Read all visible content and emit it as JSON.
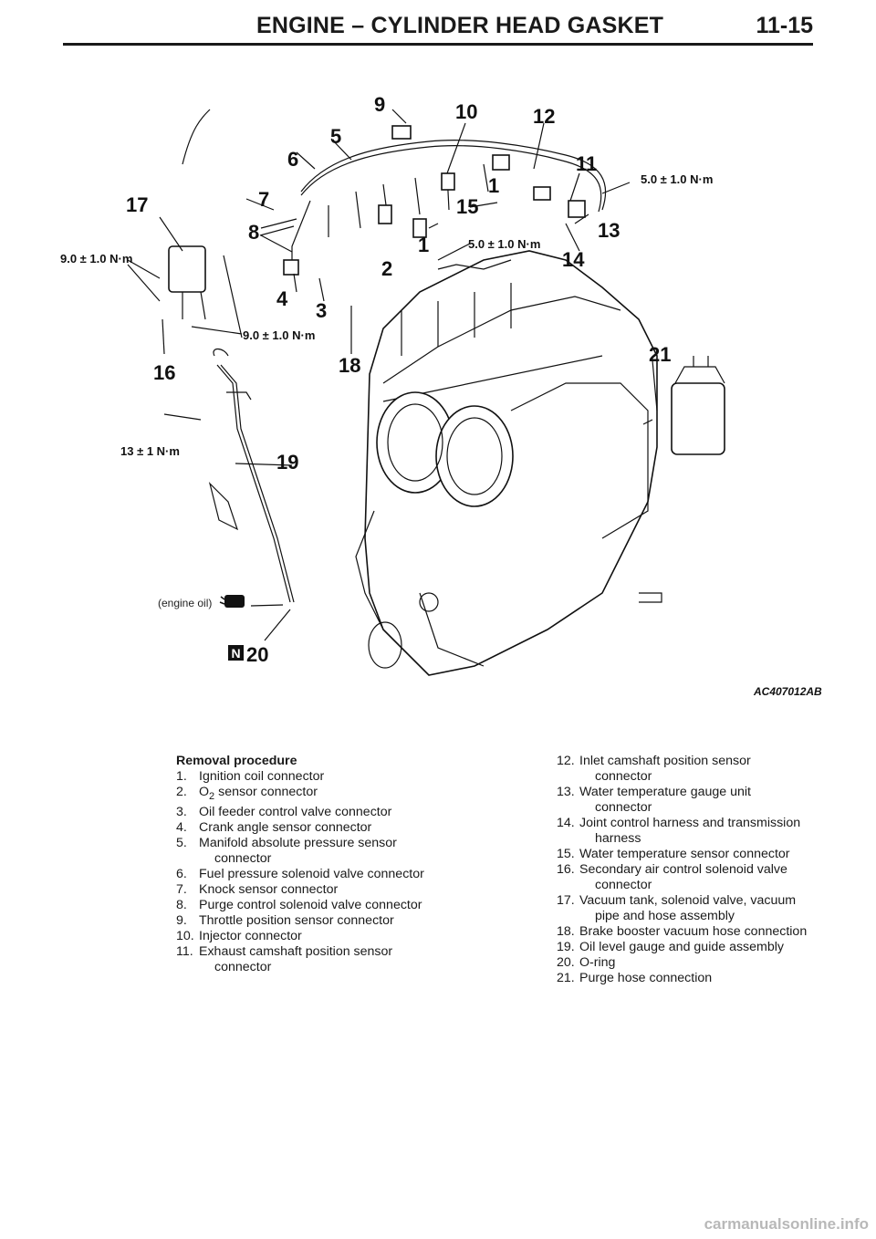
{
  "header": {
    "title": "ENGINE – CYLINDER HEAD GASKET",
    "page_number": "11-15"
  },
  "figure": {
    "callouts": [
      "1",
      "2",
      "3",
      "4",
      "5",
      "6",
      "7",
      "8",
      "9",
      "10",
      "11",
      "12",
      "13",
      "14",
      "15",
      "16",
      "17",
      "18",
      "19",
      "20",
      "21",
      "1"
    ],
    "torques": {
      "t_17": "9.0 ± 1.0 N·m",
      "t_16": "9.0 ± 1.0 N·m",
      "t_2": "5.0 ± 1.0 N·m",
      "t_11": "5.0 ± 1.0 N·m",
      "t_19": "13 ± 1 N·m"
    },
    "note": "(engine oil)",
    "new_part_mark": "N",
    "figure_id": "AC407012AB"
  },
  "procedure": {
    "heading": "Removal procedure",
    "items": [
      {
        "n": "1.",
        "text": "Ignition coil connector"
      },
      {
        "n": "2.",
        "pre": "O",
        "sub": "2",
        "text": " sensor connector"
      },
      {
        "n": "3.",
        "text": "Oil feeder control valve connector"
      },
      {
        "n": "4.",
        "text": "Crank angle sensor connector"
      },
      {
        "n": "5.",
        "text": "Manifold absolute pressure sensor",
        "cont": "connector"
      },
      {
        "n": "6.",
        "text": "Fuel pressure solenoid valve connector"
      },
      {
        "n": "7.",
        "text": "Knock sensor connector"
      },
      {
        "n": "8.",
        "text": "Purge control solenoid valve connector"
      },
      {
        "n": "9.",
        "text": "Throttle position sensor connector"
      },
      {
        "n": "10.",
        "text": "Injector connector"
      },
      {
        "n": "11.",
        "text": "Exhaust camshaft position sensor",
        "cont": "connector"
      },
      {
        "n": "12.",
        "text": "Inlet camshaft position sensor",
        "cont": "connector"
      },
      {
        "n": "13.",
        "text": "Water temperature gauge unit",
        "cont": "connector"
      },
      {
        "n": "14.",
        "text": "Joint control harness and transmission",
        "cont": "harness"
      },
      {
        "n": "15.",
        "text": "Water temperature sensor connector"
      },
      {
        "n": "16.",
        "text": "Secondary air control solenoid valve",
        "cont": "connector"
      },
      {
        "n": "17.",
        "text": "Vacuum tank, solenoid valve, vacuum",
        "cont": "pipe and hose assembly"
      },
      {
        "n": "18.",
        "text": "Brake booster vacuum hose connection"
      },
      {
        "n": "19.",
        "text": "Oil level gauge and guide assembly"
      },
      {
        "n": "20.",
        "text": "O-ring"
      },
      {
        "n": "21.",
        "text": "Purge hose connection"
      }
    ]
  },
  "footer": {
    "watermark": "carmanualsonline.info"
  }
}
